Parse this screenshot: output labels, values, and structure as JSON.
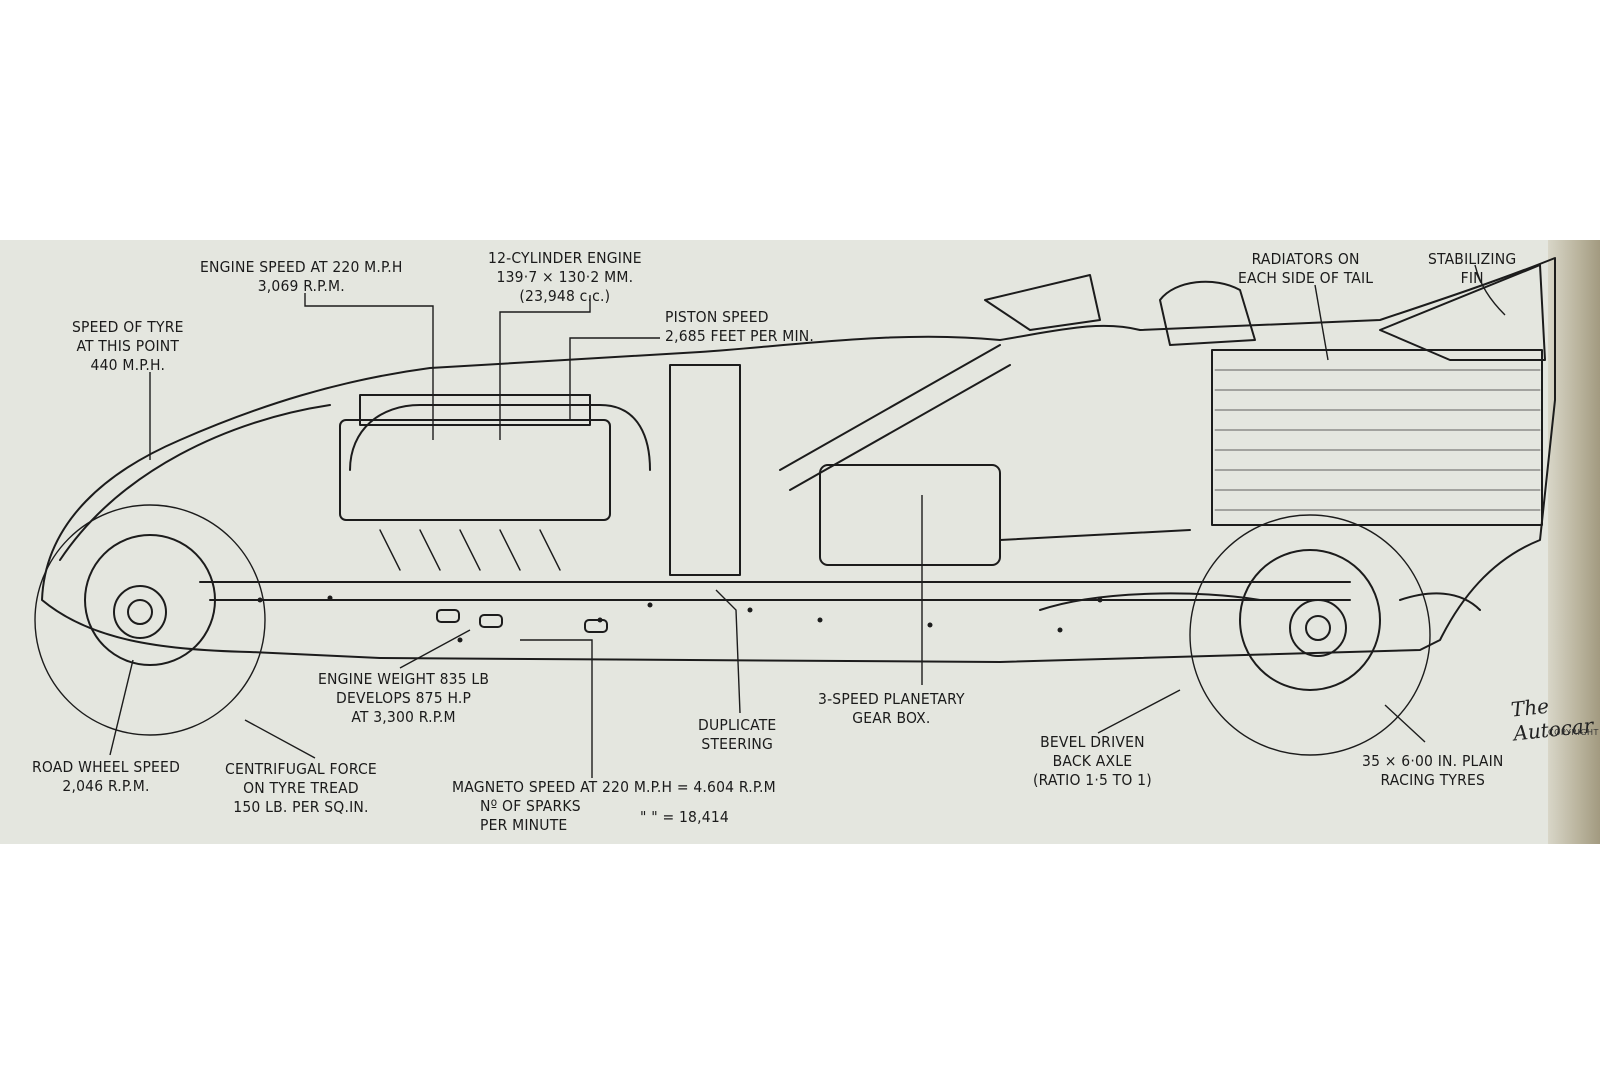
{
  "labels": {
    "engine_speed": [
      "ENGINE SPEED AT 220 M.P.H",
      "3,069 R.P.M."
    ],
    "cylinder_engine": [
      "12-CYLINDER ENGINE",
      "139·7 × 130·2 MM.",
      "(23,948 c.c.)"
    ],
    "radiators": [
      "RADIATORS ON",
      "EACH SIDE OF TAIL"
    ],
    "stabilizing_fin": [
      "STABILIZING",
      "FIN"
    ],
    "tyre_speed": [
      "SPEED OF TYRE",
      "AT THIS POINT",
      "440 M.P.H."
    ],
    "piston_speed": [
      "PISTON SPEED",
      "2,685 FEET PER MIN."
    ],
    "engine_weight": [
      "ENGINE WEIGHT 835 LB",
      "DEVELOPS 875 H.P",
      "AT 3,300 R.P.M"
    ],
    "gear_box": [
      "3-SPEED PLANETARY",
      "GEAR BOX."
    ],
    "duplicate_steering": [
      "DUPLICATE",
      "STEERING"
    ],
    "back_axle": [
      "BEVEL DRIVEN",
      "BACK AXLE",
      "(RATIO 1·5 TO 1)"
    ],
    "road_wheel": [
      "ROAD WHEEL SPEED",
      "2,046 R.P.M."
    ],
    "centrifugal": [
      "CENTRIFUGAL FORCE",
      "ON TYRE TREAD",
      "150 LB. PER SQ.IN."
    ],
    "magneto": [
      "MAGNETO SPEED AT 220 M.P.H = 4.604 R.P.M",
      "Nº OF SPARKS",
      "PER MINUTE",
      "\"      \"      = 18,414"
    ],
    "tyres": [
      "35 × 6·00 IN. PLAIN",
      "RACING TYRES"
    ]
  },
  "signature": "The Autocar",
  "copyright": "COPYRIGHT",
  "colors": {
    "paper": "#e4e6df",
    "ink": "#1b1b1b",
    "page": "#ffffff"
  }
}
